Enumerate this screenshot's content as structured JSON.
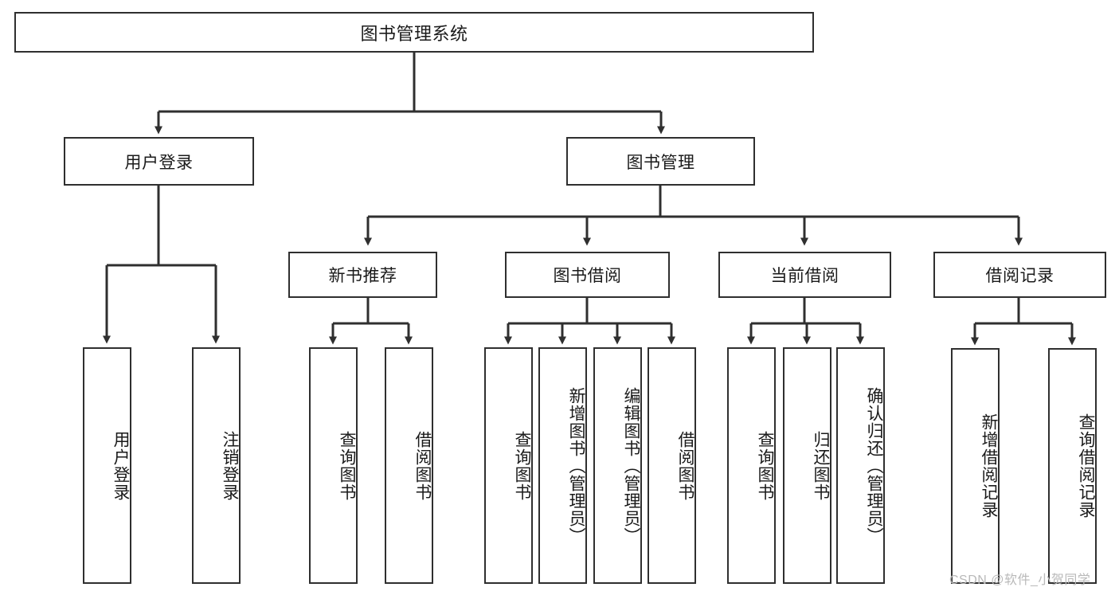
{
  "diagram": {
    "title": "图书管理系统",
    "type": "tree-hierarchy-diagram",
    "colors": {
      "box_border": "#2f2f2f",
      "box_fill": "#ffffff",
      "edge": "#2f2f2f",
      "text": "#1a1a1a",
      "watermark": "#b9b9b9"
    },
    "root": {
      "label": "图书管理系统"
    },
    "level2": [
      {
        "label": "用户登录"
      },
      {
        "label": "图书管理"
      }
    ],
    "level3": [
      {
        "label": "新书推荐"
      },
      {
        "label": "图书借阅"
      },
      {
        "label": "当前借阅"
      },
      {
        "label": "借阅记录"
      }
    ],
    "leaves": {
      "user_login": [
        {
          "label": "用户登录"
        },
        {
          "label": "注销登录"
        }
      ],
      "new_book_recommend": [
        {
          "label": "查询图书"
        },
        {
          "label": "借阅图书"
        }
      ],
      "book_borrow": [
        {
          "label": "查询图书"
        },
        {
          "label": "新增图书（管理员）"
        },
        {
          "label": "编辑图书（管理员）"
        },
        {
          "label": "借阅图书"
        }
      ],
      "current_borrow": [
        {
          "label": "查询图书"
        },
        {
          "label": "归还图书"
        },
        {
          "label": "确认归还（管理员）"
        }
      ],
      "borrow_record": [
        {
          "label": "新增借阅记录"
        },
        {
          "label": "查询借阅记录"
        }
      ]
    },
    "watermark": "CSDN @软件_小贺同学"
  }
}
